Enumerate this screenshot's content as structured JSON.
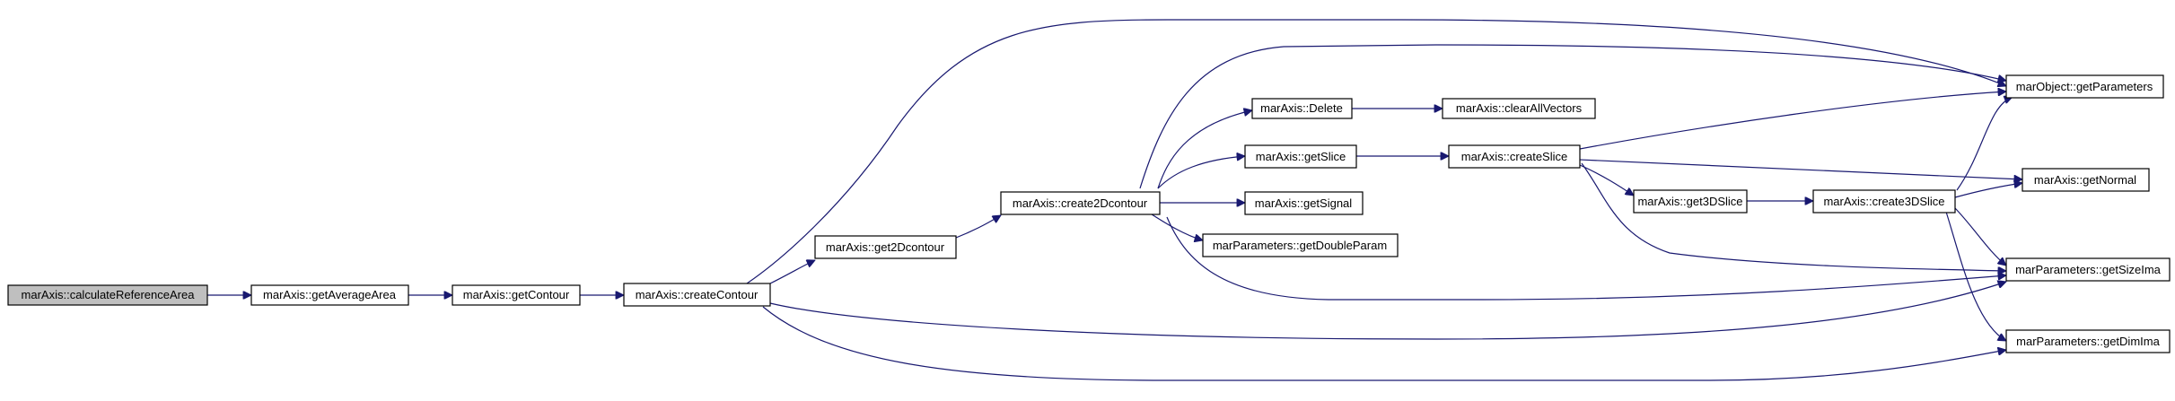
{
  "graph": {
    "edge_color": "#191970",
    "root_fill": "#bfbfbf",
    "nodes": {
      "calcRef": "marAxis::calculateReferenceArea",
      "getAvgArea": "marAxis::getAverageArea",
      "getContour": "marAxis::getContour",
      "createContour": "marAxis::createContour",
      "get2Dcontour": "marAxis::get2Dcontour",
      "create2Dcontour": "marAxis::create2Dcontour",
      "delete": "marAxis::Delete",
      "clearAllVectors": "marAxis::clearAllVectors",
      "getSlice": "marAxis::getSlice",
      "createSlice": "marAxis::createSlice",
      "getSignal": "marAxis::getSignal",
      "getDoubleParam": "marParameters::getDoubleParam",
      "get3DSlice": "marAxis::get3DSlice",
      "create3DSlice": "marAxis::create3DSlice",
      "getParameters": "marObject::getParameters",
      "getNormal": "marAxis::getNormal",
      "getSizeIma": "marParameters::getSizeIma",
      "getDimIma": "marParameters::getDimIma"
    }
  }
}
